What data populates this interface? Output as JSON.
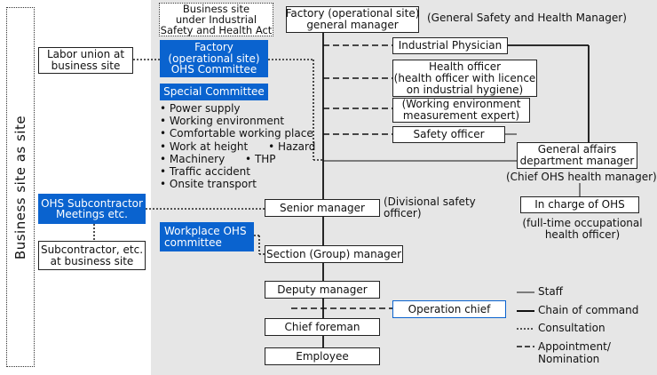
{
  "side_label": "Business site as site",
  "boxes": {
    "industrial_safety_act": "Business site\nunder Industrial\nSafety and Health Act",
    "factory_manager": "Factory (operational site)\ngeneral manager",
    "general_safety_manager": "(General Safety and Health Manager)",
    "labor_union": "Labor union at\nbusiness site",
    "ohs_committee": "Factory\n(operational site)\nOHS Committee",
    "special_committee": "Special Committee",
    "industrial_physician": "Industrial Physician",
    "health_officer": "Health officer\n(health officer with licence\non industrial hygiene)",
    "work_env_expert": "(Working environment\nmeasurement expert)",
    "safety_officer": "Safety officer",
    "general_affairs": "General affairs\ndepartment manager",
    "chief_ohs": "(Chief OHS health manager)",
    "in_charge_ohs": "In charge of OHS",
    "fulltime_ohs": "(full-time occupational\nhealth officer)",
    "subcontractor_meetings": "OHS Subcontractor\nMeetings etc.",
    "subcontractor_site": "Subcontractor, etc.\nat business site",
    "senior_manager": "Senior manager",
    "divisional_safety": "(Divisional safety\nofficer)",
    "workplace_committee": "Workplace OHS\ncommittee",
    "section_manager": "Section (Group) manager",
    "deputy_manager": "Deputy manager",
    "operation_chief": "Operation chief",
    "chief_foreman": "Chief foreman",
    "employee": "Employee"
  },
  "special_committee_items": [
    "Power supply",
    "Working environment",
    "Comfortable working place",
    "Work at height      • Hazard",
    "Machinery      • THP",
    "Traffic accident",
    "Onsite transport"
  ],
  "legend": [
    {
      "style": "solid-thin",
      "label": "Staff"
    },
    {
      "style": "solid-thick",
      "label": "Chain of command"
    },
    {
      "style": "dotted",
      "label": "Consultation"
    },
    {
      "style": "dashed",
      "label": "Appointment/\nNomination"
    }
  ],
  "colors": {
    "accent_blue": "#0a63cf",
    "panel_gray": "#e6e6e6"
  }
}
